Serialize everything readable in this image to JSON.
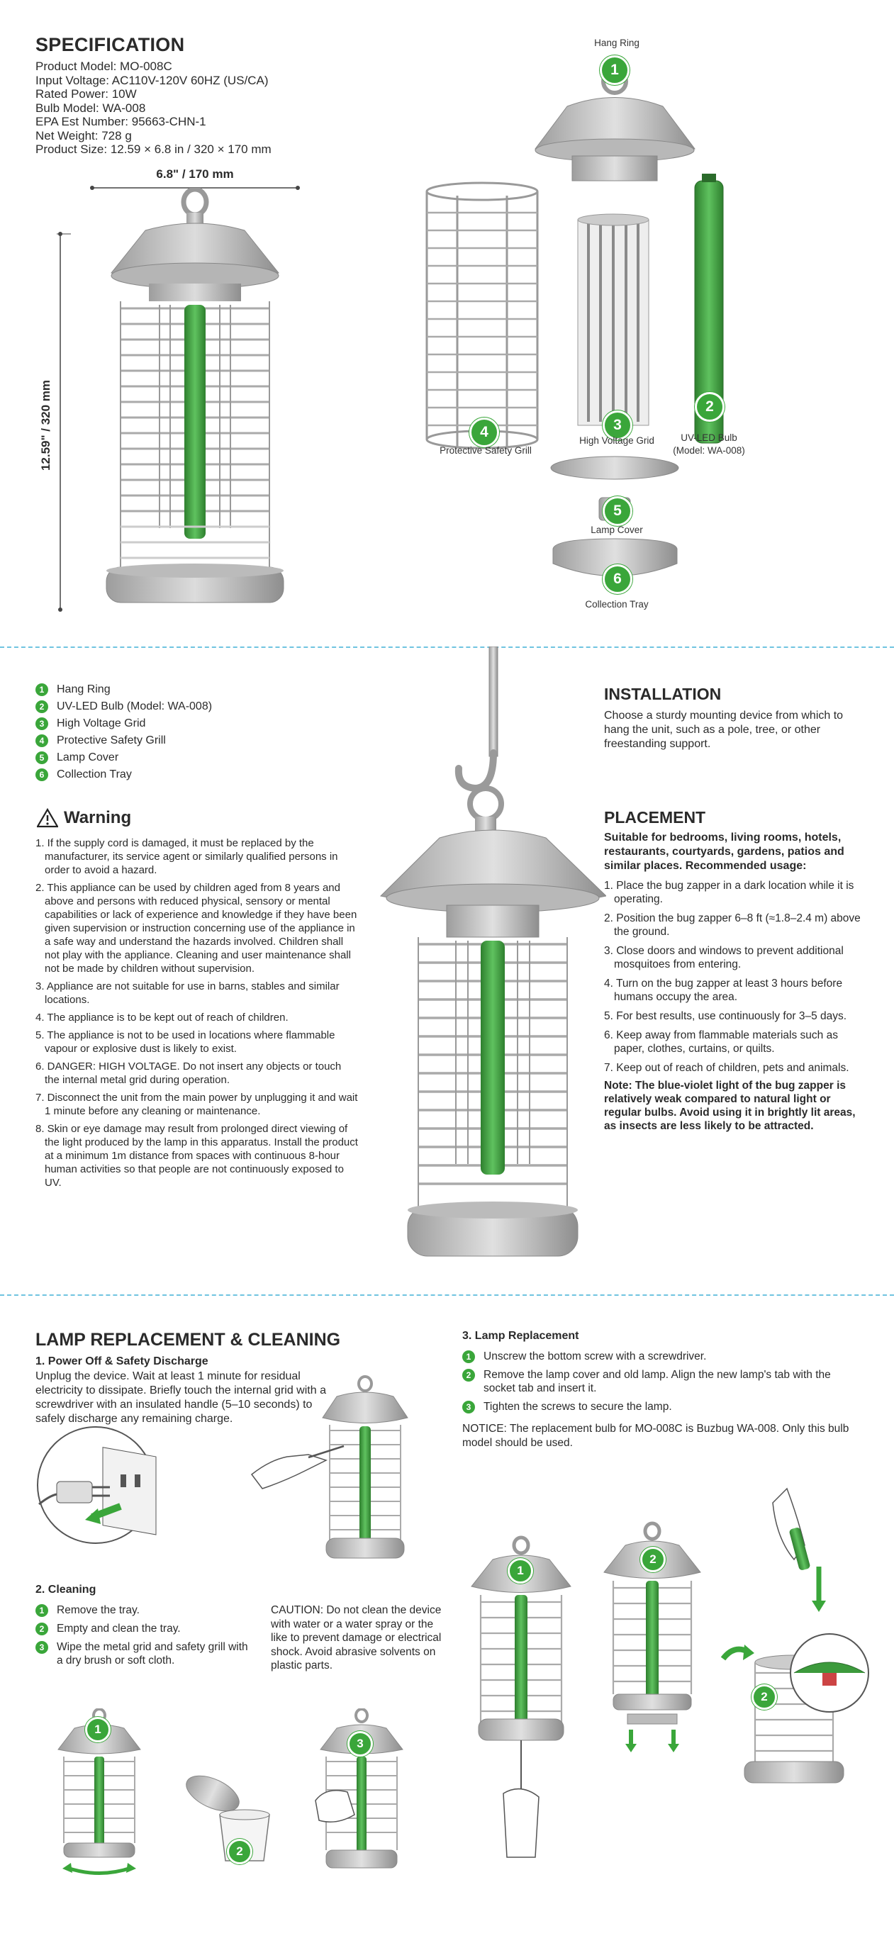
{
  "spec": {
    "title": "SPECIFICATION",
    "lines": [
      "Product Model: MO-008C",
      "Input Voltage: AC110V-120V 60HZ (US/CA)",
      "Rated Power: 10W",
      "Bulb Model: WA-008",
      "EPA Est Number: 95663-CHN-1",
      "Net Weight: 728 g",
      "Product Size: 12.59 × 6.8 in / 320 × 170 mm"
    ],
    "width_dim": "6.8\" / 170 mm",
    "height_dim": "12.59\" / 320 mm"
  },
  "parts_diagram": {
    "labels": {
      "hang_ring": "Hang Ring",
      "bulb": "UV-LED Bulb",
      "bulb_model": "(Model: WA-008)",
      "grid": "High Voltage Grid",
      "grill": "Protective Safety Grill",
      "lamp_cover": "Lamp Cover",
      "tray": "Collection Tray"
    },
    "numbers": [
      "1",
      "2",
      "3",
      "4",
      "5",
      "6"
    ]
  },
  "parts_list": [
    {
      "num": "1",
      "label": "Hang Ring"
    },
    {
      "num": "2",
      "label": "UV-LED Bulb (Model: WA-008)"
    },
    {
      "num": "3",
      "label": "High Voltage Grid"
    },
    {
      "num": "4",
      "label": "Protective Safety Grill"
    },
    {
      "num": "5",
      "label": "Lamp Cover"
    },
    {
      "num": "6",
      "label": "Collection Tray"
    }
  ],
  "warning": {
    "title": "Warning",
    "items": [
      "1. If the supply cord is damaged, it must be replaced by the manufacturer, its service agent or similarly qualified persons in order to avoid a hazard.",
      "2. This appliance can be used by children aged from 8 years and above and persons with reduced physical, sensory or mental capabilities or lack of experience and knowledge if they have been given supervision or instruction concerning use of the appliance in a safe way and understand the hazards involved. Children shall not play with the appliance. Cleaning and user maintenance shall not be made by children without supervision.",
      "3. Appliance are not suitable for use in barns, stables and similar locations.",
      "4. The appliance is to be kept out of reach of children.",
      "5. The appliance is not to be used in locations where flammable vapour or explosive dust is likely to exist.",
      "6. DANGER: HIGH VOLTAGE. Do not insert any objects or touch the internal metal grid during operation.",
      "7. Disconnect the unit from the main power by unplugging it and wait 1 minute before any cleaning or maintenance.",
      "8. Skin or eye damage may result from prolonged direct viewing of the light produced by the lamp in this apparatus. Install the product at a minimum 1m distance from spaces with continuous 8-hour human activities so that people are not continuously exposed to UV."
    ]
  },
  "installation": {
    "title": "INSTALLATION",
    "text": "Choose a sturdy mounting device from which to hang the unit, such as a pole, tree, or other freestanding support."
  },
  "placement": {
    "title": "PLACEMENT",
    "intro": "Suitable for bedrooms, living rooms, hotels, restaurants, courtyards, gardens, patios and similar places. Recommended usage:",
    "items": [
      "1. Place the bug zapper in a dark location while it is operating.",
      "2. Position the bug zapper 6–8 ft (≈1.8–2.4 m) above the ground.",
      "3. Close doors and windows to prevent additional mosquitoes from entering.",
      "4. Turn on the bug zapper at least 3 hours before humans occupy the area.",
      "5. For best results, use continuously for 3–5 days.",
      "6. Keep away from flammable materials such as paper, clothes, curtains, or quilts.",
      "7. Keep out of reach of children, pets and animals."
    ],
    "note": "Note: The blue-violet light of the bug zapper is relatively weak compared to natural light or regular bulbs. Avoid using it in brightly lit areas, as insects are less likely to be attracted."
  },
  "lamp": {
    "title": "LAMP REPLACEMENT & CLEANING",
    "power_off_title": "1. Power Off & Safety Discharge",
    "power_off_text": "Unplug the device. Wait at least 1 minute for residual electricity to dissipate. Briefly touch the internal grid with a screwdriver with an insulated handle (5–10 seconds) to safely discharge any remaining charge.",
    "cleaning_title": "2. Cleaning",
    "cleaning_steps": [
      {
        "num": "1",
        "text": "Remove the tray."
      },
      {
        "num": "2",
        "text": "Empty and clean the tray."
      },
      {
        "num": "3",
        "text": "Wipe the metal grid and safety grill with a dry brush or soft cloth."
      }
    ],
    "caution": "CAUTION: Do not clean the device with water or a water spray or the like to prevent damage or electrical shock. Avoid abrasive solvents on plastic parts.",
    "replacement_title": "3. Lamp Replacement",
    "replacement_steps": [
      {
        "num": "1",
        "text": "Unscrew the bottom screw with a screwdriver."
      },
      {
        "num": "2",
        "text": "Remove the lamp cover and old lamp. Align the new lamp's tab with the socket tab and insert it."
      },
      {
        "num": "3",
        "text": "Tighten the screws to secure the lamp."
      }
    ],
    "notice": "NOTICE: The replacement bulb for MO-008C is Buzbug WA-008. Only this bulb model should be used.",
    "illus_badges": [
      "1",
      "2",
      "3",
      "1",
      "2",
      "2"
    ]
  },
  "colors": {
    "accent": "#3aa63a",
    "separator": "#6fc4e0",
    "metal": "#c8c8c8",
    "bulb": "#3c9a3c"
  }
}
